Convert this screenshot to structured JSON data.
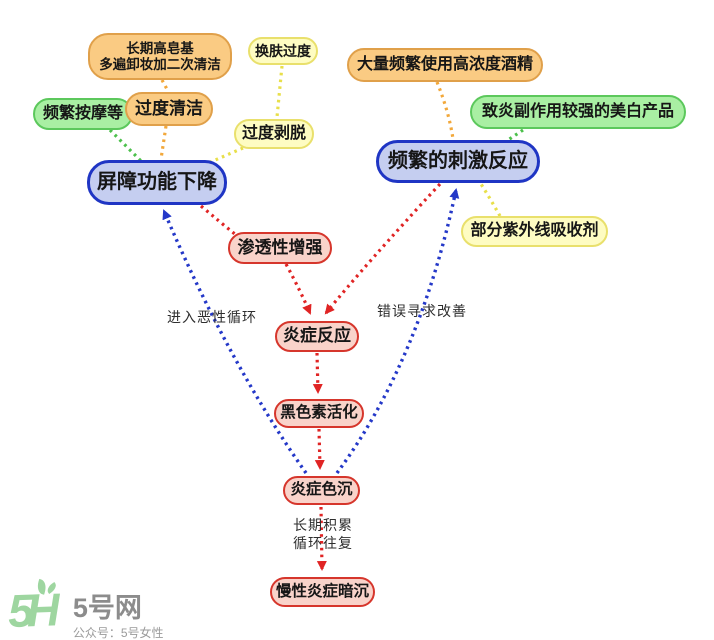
{
  "nodes": {
    "soap": {
      "line1": "长期高皂基",
      "line2": "多遍卸妆加二次清洁"
    },
    "peeling": {
      "label": "换肤过度"
    },
    "massage": {
      "label": "频繁按摩等"
    },
    "overclean": {
      "label": "过度清洁"
    },
    "exfoliate": {
      "label": "过度剥脱"
    },
    "barrier": {
      "label": "屏障功能下降"
    },
    "alcohol": {
      "label": "大量频繁使用高浓度酒精"
    },
    "whitening": {
      "label": "致炎副作用较强的美白产品"
    },
    "stimulation": {
      "label": "频繁的刺激反应"
    },
    "uv": {
      "label": "部分紫外线吸收剂"
    },
    "permeability": {
      "label": "渗透性增强"
    },
    "inflammation": {
      "label": "炎症反应"
    },
    "melanin": {
      "label": "黑色素活化"
    },
    "pigmentation": {
      "label": "炎症色沉"
    },
    "chronic": {
      "label": "慢性炎症暗沉"
    }
  },
  "edge_labels": {
    "vicious_cycle": "进入恶性循环",
    "wrong_improvement": "错误寻求改善",
    "accumulate_line1": "长期积累",
    "accumulate_line2": "循环往复"
  },
  "logo": {
    "mark": "5H",
    "site": "5号网",
    "tagline": "公众号：5号女性"
  },
  "palette": {
    "node_orange_fill": "#FACB83",
    "node_orange_border": "#E0A04A",
    "node_yellow_fill": "#FEFCC2",
    "node_yellow_border": "#E9E06C",
    "node_green_fill": "#A9EFA3",
    "node_green_border": "#5CC85C",
    "node_blue_fill": "#C5CEF0",
    "node_blue_border": "#1F35C4",
    "node_pink_fill": "#F9D3CA",
    "node_pink_border": "#D6362C",
    "edge_orange": "#F2A83B",
    "edge_yellow": "#E8DF4A",
    "edge_green": "#4CC04C",
    "edge_red": "#E02424",
    "edge_blue": "#2438C8",
    "logo_green": "#9ED6A0",
    "logo_gray": "#8C8C8C"
  }
}
